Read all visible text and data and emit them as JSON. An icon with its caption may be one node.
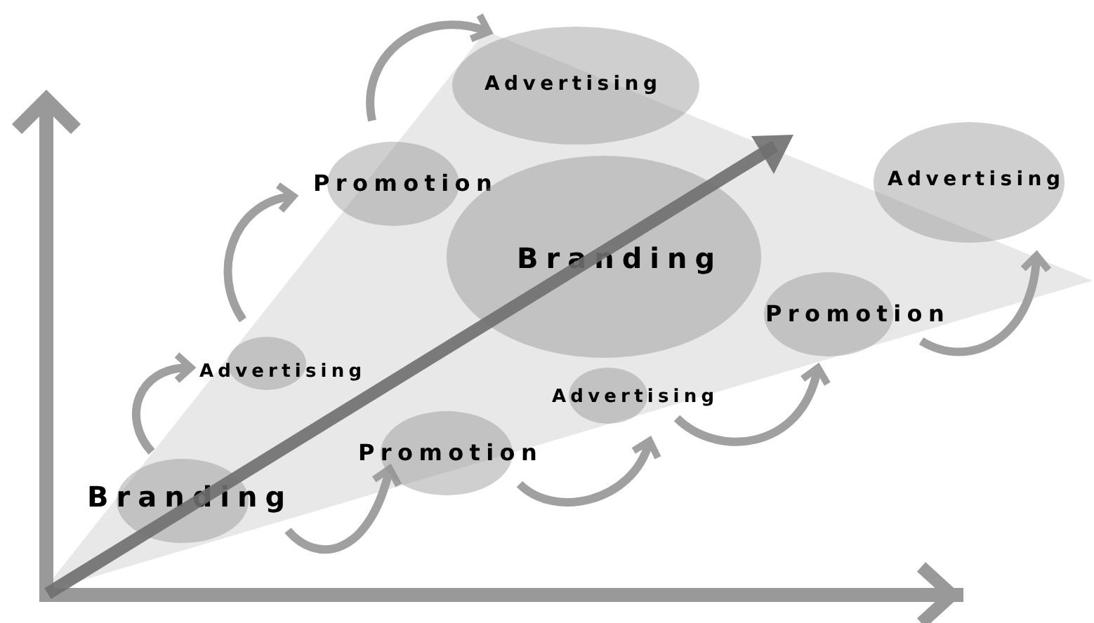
{
  "diagram": {
    "nodes": [
      {
        "text": [
          "Branding"
        ]
      },
      {
        "text": [
          "Advertising"
        ]
      },
      {
        "text": [
          "Promotion"
        ]
      },
      {
        "text": [
          "Advertising"
        ]
      },
      {
        "text": [
          "Branding"
        ]
      },
      {
        "text": [
          "Promotion"
        ]
      },
      {
        "text": [
          "Advertising"
        ]
      },
      {
        "text": [
          "Promotion"
        ]
      },
      {
        "text": [
          "Advertising"
        ]
      }
    ],
    "edges": [
      {
        "from": 0,
        "to": 1,
        "arrow": "to"
      },
      {
        "from": 1,
        "to": 2,
        "arrow": "to"
      },
      {
        "from": 2,
        "to": 3,
        "arrow": "to"
      },
      {
        "from": 0,
        "to": 5,
        "arrow": "to"
      },
      {
        "from": 5,
        "to": 6,
        "arrow": "to"
      },
      {
        "from": 6,
        "to": 7,
        "arrow": "to"
      },
      {
        "from": 7,
        "to": 8,
        "arrow": "to"
      }
    ]
  }
}
